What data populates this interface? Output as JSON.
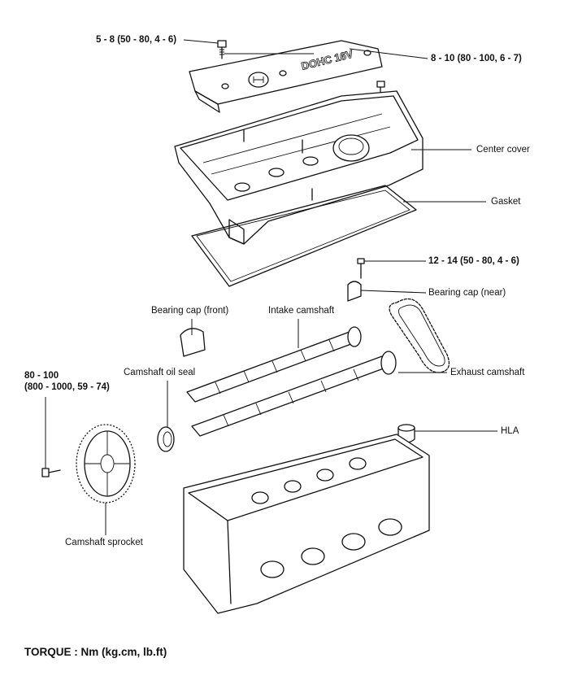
{
  "labels": {
    "torque_cover_bolt": "5 - 8 (50 - 80, 4 - 6)",
    "torque_cover_bolts": "8 - 10 (80 - 100, 6 - 7)",
    "center_cover": "Center cover",
    "gasket": "Gasket",
    "torque_bearing_cap": "12 - 14 (50 - 80, 4 - 6)",
    "bearing_cap_near": "Bearing cap (near)",
    "bearing_cap_front": "Bearing cap (front)",
    "intake_camshaft": "Intake camshaft",
    "exhaust_camshaft": "Exhaust camshaft",
    "torque_sprocket_line1": "80 - 100",
    "torque_sprocket_line2": "(800 - 1000, 59 - 74)",
    "camshaft_oil_seal": "Camshaft oil seal",
    "hla": "HLA",
    "camshaft_sprocket": "Camshaft sprocket",
    "cover_marking": "DOHC 16V"
  },
  "footer": {
    "torque_units": "TORQUE : Nm (kg.cm, lb.ft)"
  }
}
